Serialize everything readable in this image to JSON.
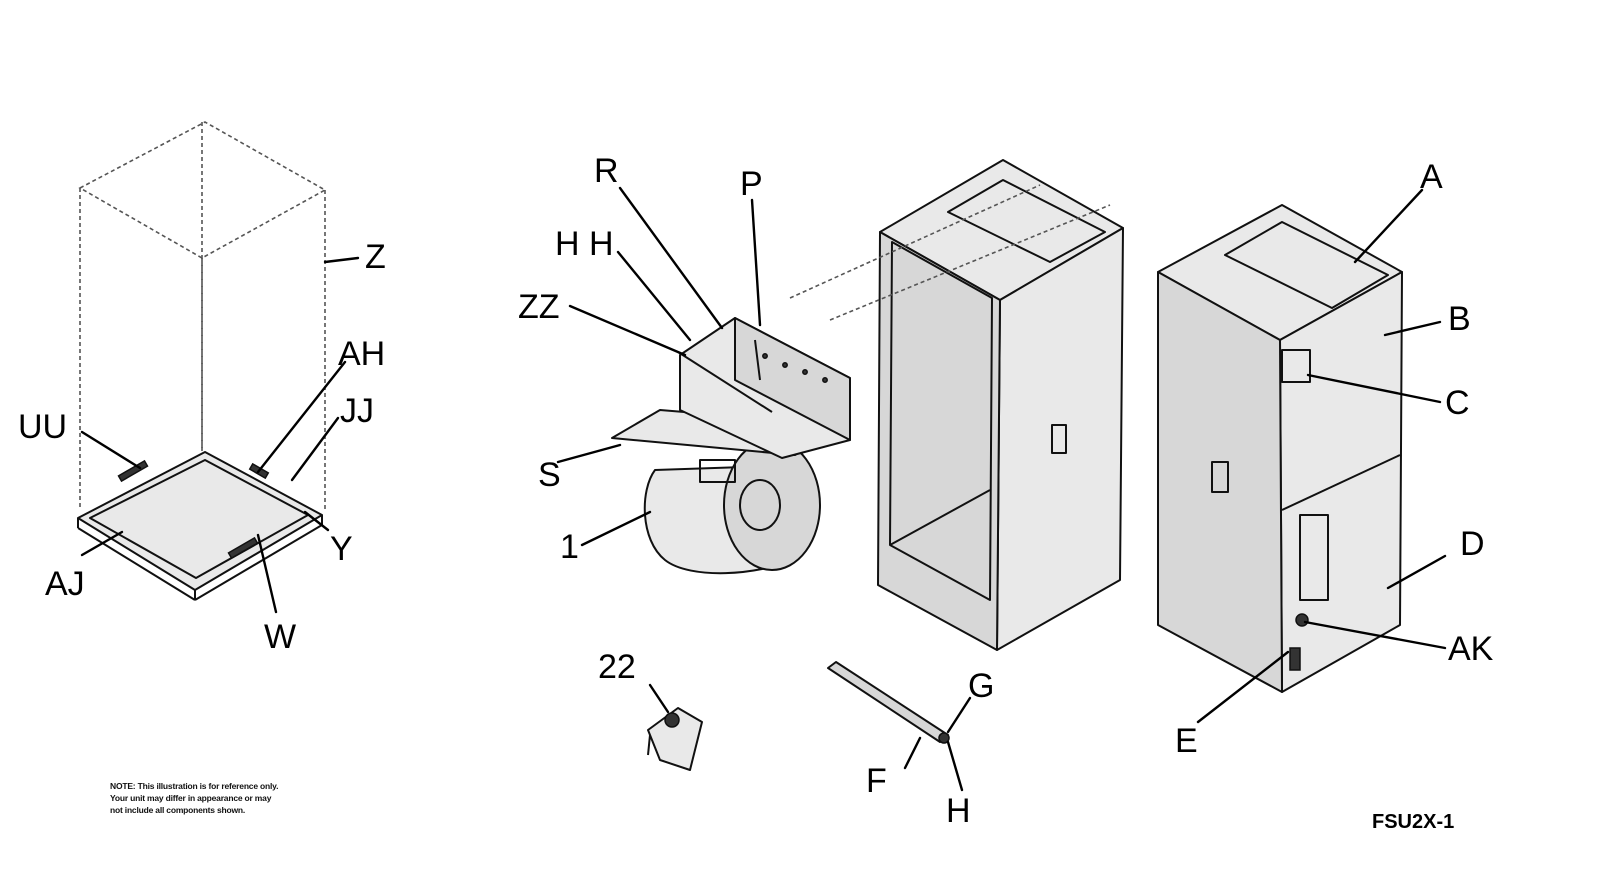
{
  "labels": {
    "z": "Z",
    "ah": "AH",
    "jj": "JJ",
    "uu": "UU",
    "y": "Y",
    "aj": "AJ",
    "w": "W",
    "r": "R",
    "p": "P",
    "hh": "H H",
    "zz": "ZZ",
    "s": "S",
    "one": "1",
    "a": "A",
    "b": "B",
    "c": "C",
    "d": "D",
    "ak": "AK",
    "e": "E",
    "g": "G",
    "f": "F",
    "h": "H",
    "twotwo": "22"
  },
  "note": "NOTE: This illustration is for reference only. Your unit may differ in appearance or may not include all components shown.",
  "diagram_code": "FSU2X-1"
}
